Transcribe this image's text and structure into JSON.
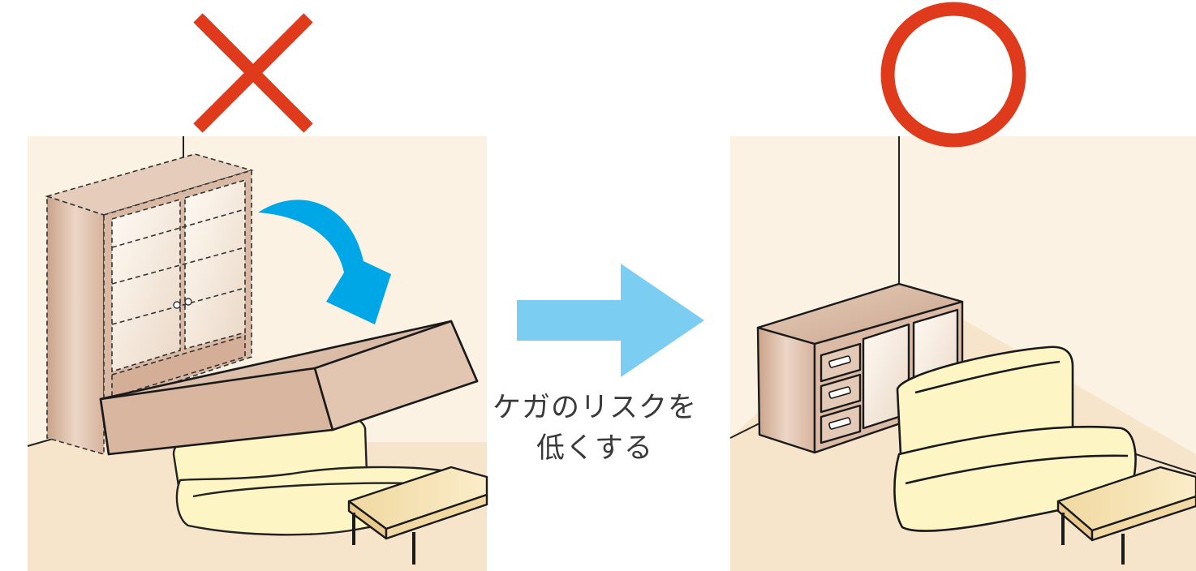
{
  "caption": {
    "line1": "ケガのリスクを",
    "line2": "低くする"
  },
  "left_panel": {
    "verdict_icon": "cross-mark-icon",
    "verdict_meaning": "bad"
  },
  "right_panel": {
    "verdict_icon": "circle-mark-icon",
    "verdict_meaning": "good"
  },
  "colors": {
    "mark_red": "#e03a1c",
    "arrow_blue": "#00a7e6",
    "transition_arrow": "#7ccdf2",
    "floor": "#f7e5cb",
    "wall": "#fbf2e4",
    "furniture_wood": "#dbb9a3",
    "cushion": "#fdf6c4",
    "table_top": "#f4dfaa"
  }
}
